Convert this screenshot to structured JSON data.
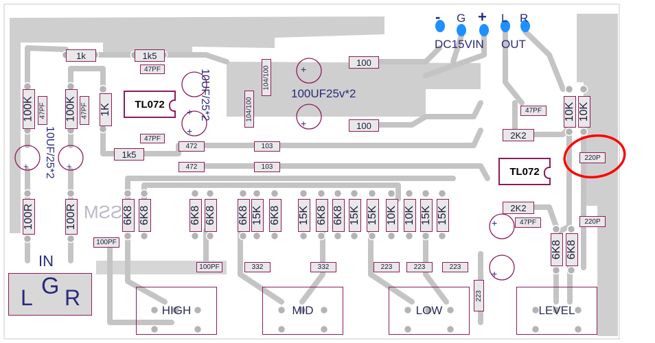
{
  "diagram": {
    "type": "pcb-layout",
    "title": "3-band tone control PCB (TL072 x2)",
    "colors": {
      "background": "#ffffff",
      "copper": "#c8c8c8",
      "silkscreen": "#8b1a5a",
      "text": "#1a1a3a",
      "pad": "#1e90ff",
      "annotation": "#ff0000"
    },
    "power_connector": {
      "pins": [
        "-",
        "G",
        "+"
      ],
      "label": "DC15VIN"
    },
    "output_connector": {
      "pins": [
        "L",
        "R"
      ],
      "label": "OUT"
    },
    "input_connector": {
      "title": "IN",
      "pins": [
        "L",
        "G",
        "R"
      ]
    },
    "ics": [
      {
        "id": "ic1",
        "label": "TL072"
      },
      {
        "id": "ic2",
        "label": "TL072"
      }
    ],
    "potentiometers": [
      {
        "id": "pot-high",
        "label": "HIGH"
      },
      {
        "id": "pot-mid",
        "label": "MID"
      },
      {
        "id": "pot-low",
        "label": "LOW"
      },
      {
        "id": "pot-level",
        "label": "LEVEL"
      }
    ],
    "capacitor_labels": {
      "c_10uf_left": "10UF/25*2",
      "c_10uf_top": "10UF/25*2",
      "c_100uf": "100UF25v*2",
      "c_104_a": "104/100",
      "c_104_b": "104/100"
    },
    "components": {
      "r_1k_top": "1k",
      "r_1k5_top": "1k5",
      "c_47pf_a": "47PF",
      "c_47pf_b": "47PF",
      "c_47pf_c": "47PF",
      "c_47pf_d": "47PF",
      "c_47pf_e": "47PF",
      "c_47pf_f": "47PF",
      "r_100k_a": "100K",
      "r_100k_b": "100K",
      "r_1k_v": "1K",
      "r_1k5_mid": "1k5",
      "c_472_a": "472",
      "c_472_b": "472",
      "c_103_a": "103",
      "c_103_b": "103",
      "r_100_a": "100",
      "r_100_b": "100",
      "r_10k_a": "10K",
      "r_10k_b": "10K",
      "r_2k2_a": "2K2",
      "r_2k2_b": "2K2",
      "c_220p_a": "220P",
      "c_220p_b": "220P",
      "r_100r_a": "100R",
      "r_100r_b": "100R",
      "c_100pf_a": "100PF",
      "c_100pf_b": "100PF",
      "c_332_a": "332",
      "c_332_b": "332",
      "c_223_a": "223",
      "c_223_b": "223",
      "c_223_c": "223",
      "c_223_d": "223",
      "r_6k8_left_a": "6K8",
      "r_6k8_left_b": "6K8",
      "r_6k8_right_a": "6K8",
      "r_6k8_right_b": "6K8"
    },
    "resistor_row": [
      "6K8",
      "6K8",
      "6K8",
      "15K",
      "6K8",
      "15K",
      "6K8",
      "6K8",
      "15K",
      "15K",
      "10K",
      "10K",
      "15K",
      "15K"
    ],
    "plus_marker": "+",
    "watermark": "SSM",
    "annotation": {
      "shape": "red-circle",
      "target": "220P"
    }
  }
}
